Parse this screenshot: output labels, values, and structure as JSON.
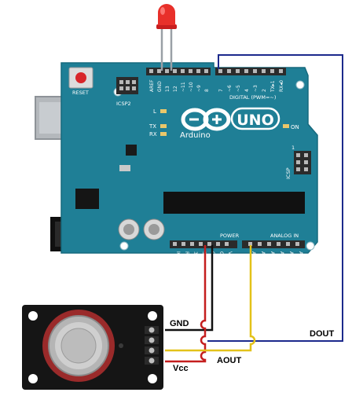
{
  "colors": {
    "board": "#1f7f96",
    "board_dark": "#176a7e",
    "header": "#2b2b2b",
    "led_red": "#e8302a",
    "led_leg": "#9aa0a6",
    "wire_dout": "#1c2a8c",
    "wire_gnd": "#111111",
    "wire_vcc": "#c41e1e",
    "wire_aout": "#e3c21a",
    "sensor_pcb": "#151515",
    "sensor_ring": "#9a2a2a",
    "usb_metal": "#b4b8bc"
  },
  "board": {
    "brand": "Arduino",
    "model": "UNO",
    "reset_label": "RESET",
    "icsp2_label": "ICSP2",
    "icsp_label": "ICSP",
    "icsp_pin_label": "1",
    "digital_label": "DIGITAL (PWM=~)",
    "power_label": "POWER",
    "analog_label": "ANALOG IN",
    "led_l": "L",
    "led_tx": "TX",
    "led_rx": "RX",
    "on_label": "ON",
    "top_pins": [
      "AREF",
      "GND",
      "13",
      "12",
      "~11",
      "~10",
      "~9",
      "8",
      "7",
      "~6",
      "~5",
      "4",
      "~3",
      "2",
      "TX▸1",
      "RX◂0"
    ],
    "power_pins": [
      "IOREF",
      "RESET",
      "3V3",
      "5V",
      "GND",
      "GND",
      "VIN"
    ],
    "analog_pins": [
      "A0",
      "A1",
      "A2",
      "A3",
      "A4",
      "A5"
    ]
  },
  "sensor": {
    "pins": [
      "DOUT",
      "GND",
      "AOUT",
      "Vcc"
    ]
  },
  "wires": {
    "gnd_label": "GND",
    "aout_label": "AOUT",
    "vcc_label": "Vcc",
    "dout_label": "DOUT"
  }
}
